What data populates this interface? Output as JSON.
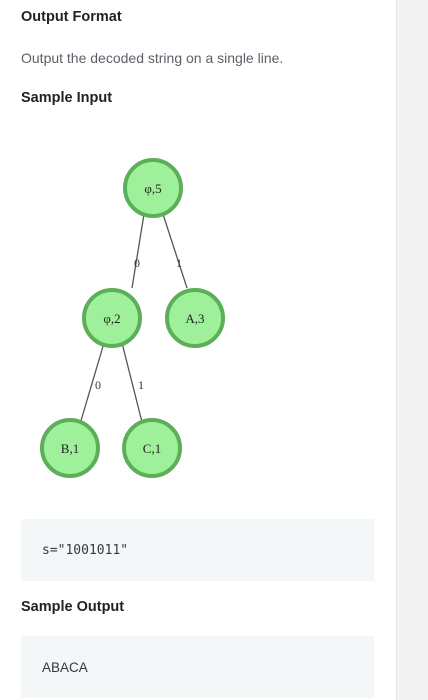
{
  "sections": {
    "output_format": {
      "heading": "Output Format",
      "text": "Output the decoded string on a single line."
    },
    "sample_input": {
      "heading": "Sample Input",
      "code": "s=\"1001011\""
    },
    "sample_output": {
      "heading": "Sample Output",
      "value": "ABACA"
    }
  },
  "tree": {
    "nodes": {
      "root": "φ,5",
      "left": "φ,2",
      "right": "A,3",
      "left_left": "B,1",
      "left_right": "C,1"
    },
    "edges": {
      "root_left": "0",
      "root_right": "1",
      "left_left": "0",
      "left_right": "1"
    },
    "colors": {
      "node_fill": "#9ff09a",
      "node_stroke": "#5cae58",
      "edge": "#555555"
    }
  }
}
